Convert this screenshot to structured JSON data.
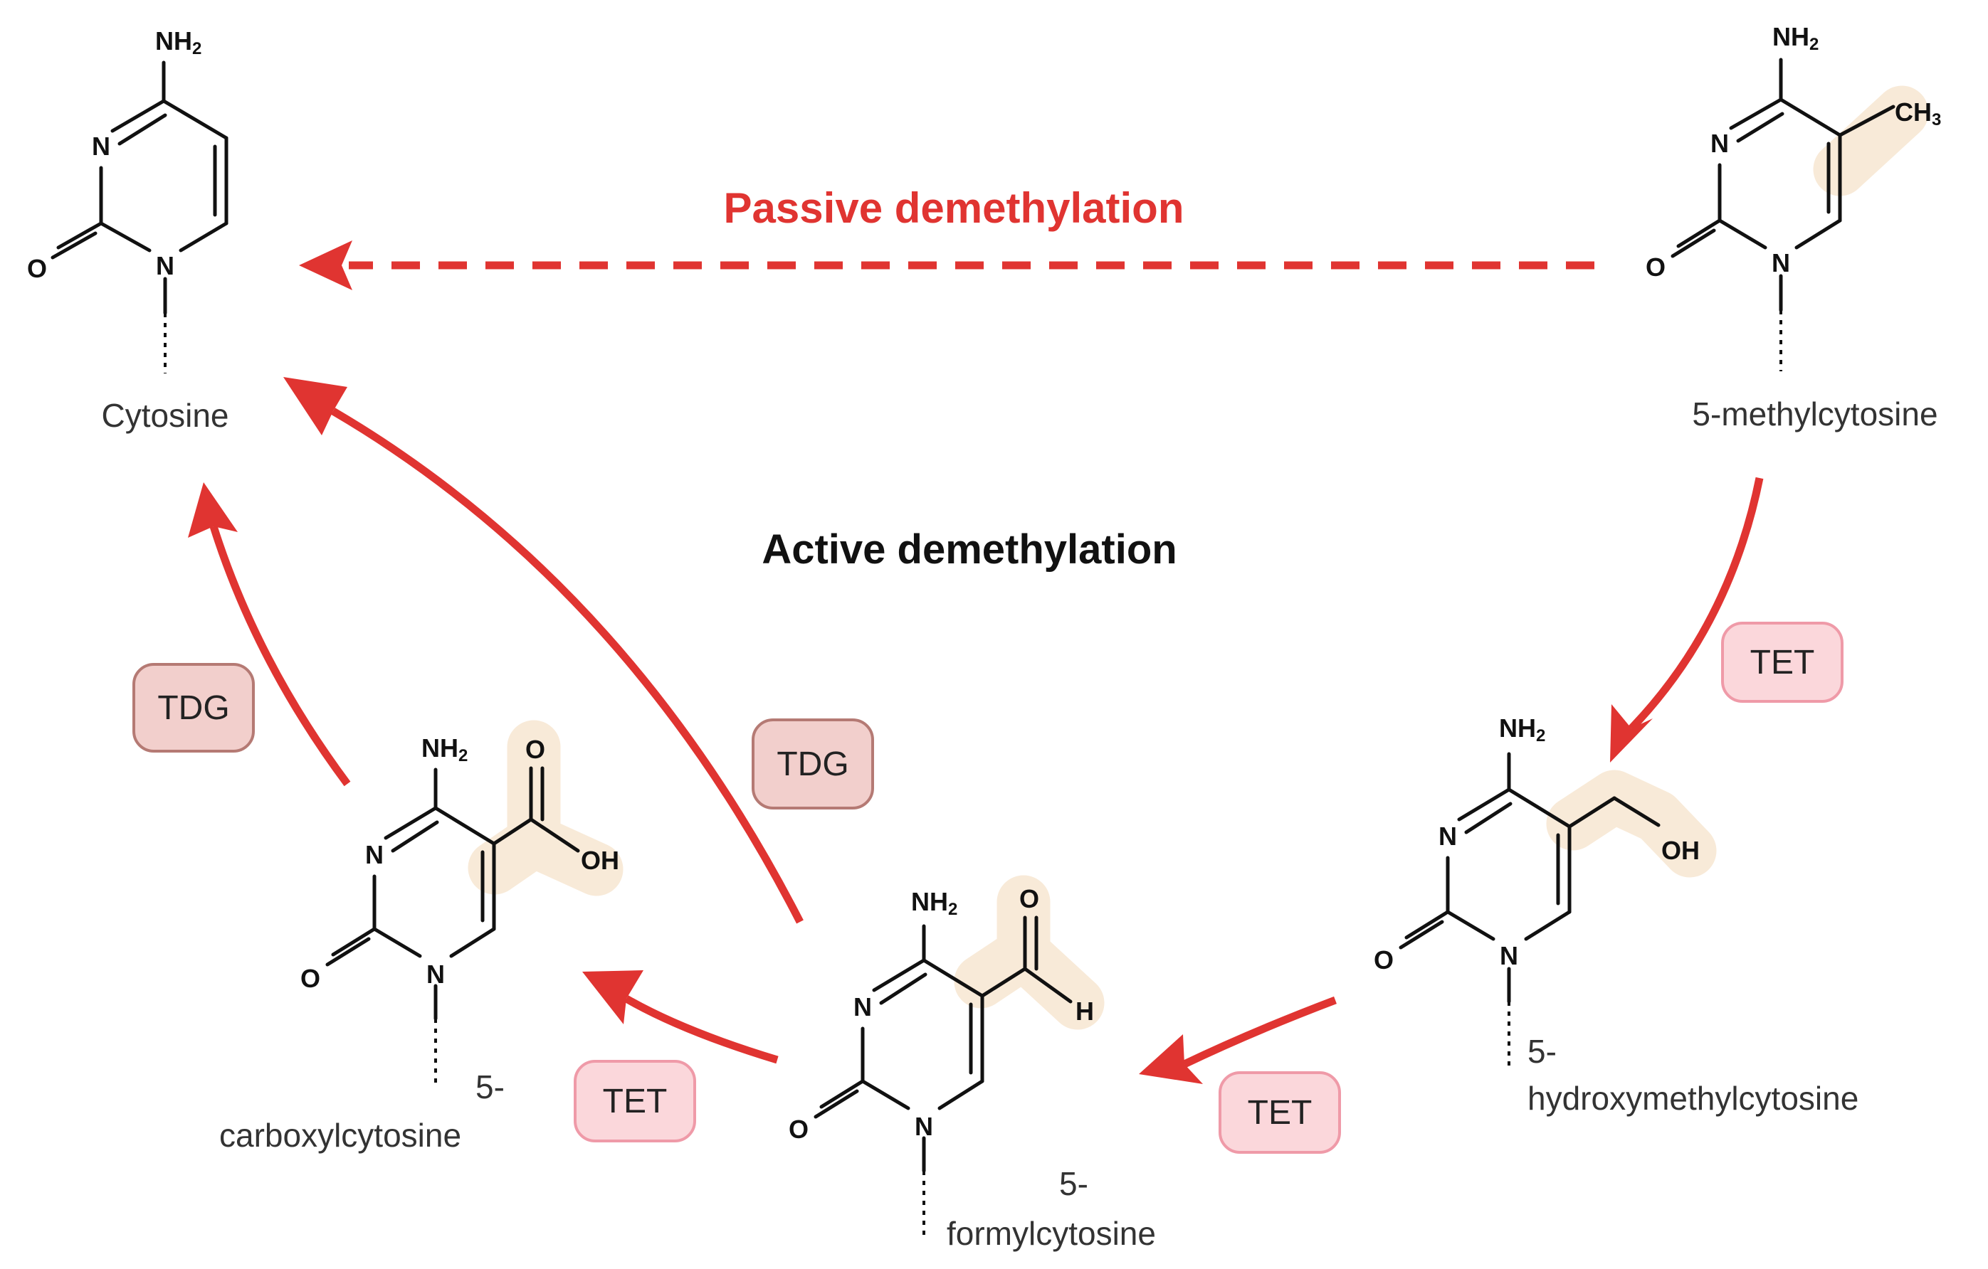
{
  "titles": {
    "passive": "Passive demethylation",
    "active": "Active demethylation"
  },
  "molecules": {
    "cytosine": {
      "name": "Cytosine"
    },
    "methylcytosine": {
      "name": "5-methylcytosine"
    },
    "hydroxymethylcytosine": {
      "name_line1": "5-",
      "name_line2": "hydroxymethylcytosine"
    },
    "formylcytosine": {
      "name_line1": "5-",
      "name_line2": "formylcytosine"
    },
    "carboxylcytosine": {
      "name_line1": "5-",
      "name_line2": "carboxylcytosine"
    }
  },
  "atoms": {
    "amine": "NH",
    "amine_sub": "2",
    "nitrogen": "N",
    "oxygen": "O",
    "methyl": "CH",
    "methyl_sub": "3",
    "hydroxyl": "OH",
    "hydrogen": "H"
  },
  "enzymes": {
    "tet_1": "TET",
    "tet_2": "TET",
    "tet_3": "TET",
    "tdg_1": "TDG",
    "tdg_2": "TDG"
  },
  "colors": {
    "arrow": "#e03431",
    "tet_fill": "#fbd7db",
    "tet_border": "#ef9aa8",
    "tdg_fill": "#f2cfcc",
    "tdg_border": "#b57a74",
    "highlight": "#f8ead8"
  }
}
